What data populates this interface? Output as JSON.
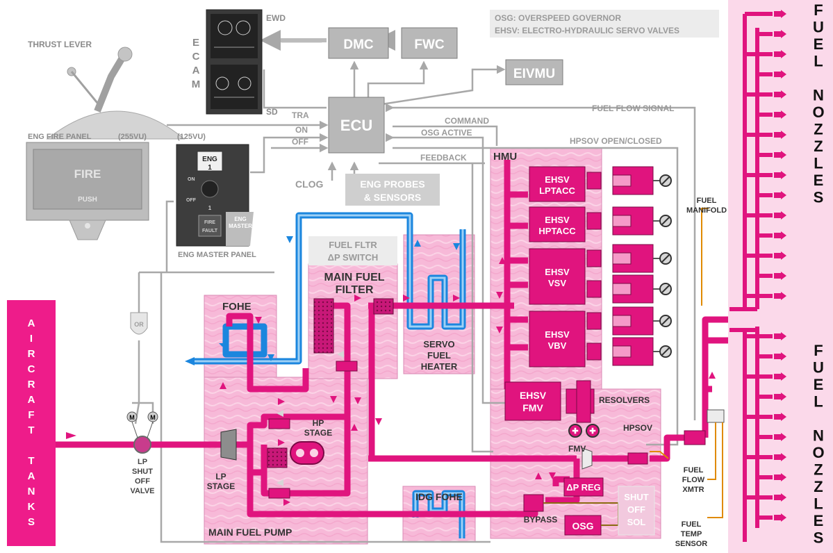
{
  "notes": {
    "osg": "OSG: OVERSPEED GOVERNOR",
    "ehsv": "EHSV: ELECTRO-HYDRAULIC SERVO VALVES"
  },
  "cockpit": {
    "thrust_lever": "THRUST LEVER",
    "ecam_letters": [
      "E",
      "C",
      "A",
      "M"
    ],
    "ewd": "EWD",
    "sd": "SD",
    "dmc": "DMC",
    "fwc": "FWC",
    "eivmu": "EIVMU",
    "ecu": "ECU",
    "eng_probes": "ENG PROBES",
    "eng_probes_2": "& SENSORS"
  },
  "fire_panel": {
    "title": "ENG FIRE PANEL",
    "vu": "(255VU)",
    "fire": "FIRE",
    "push": "PUSH"
  },
  "master_panel": {
    "vu": "(125VU)",
    "eng": "ENG",
    "num": "1",
    "on": "ON",
    "off": "OFF",
    "num2": "1",
    "fire": "FIRE",
    "fault": "FAULT",
    "eng_master": "ENG",
    "eng_master_2": "MASTER",
    "title": "ENG MASTER PANEL"
  },
  "signals": {
    "tra": "TRA",
    "on": "ON",
    "off": "OFF",
    "clog": "CLOG",
    "command": "COMMAND",
    "osg_active": "OSG ACTIVE",
    "feedback": "FEEDBACK",
    "fuel_flow_signal": "FUEL FLOW SIGNAL",
    "hpsov_open_closed": "HPSOV OPEN/CLOSED",
    "or": "OR"
  },
  "components": {
    "aircraft_tanks": [
      "A",
      "I",
      "R",
      "C",
      "R",
      "A",
      "F",
      "T",
      "",
      "T",
      "A",
      "N",
      "K",
      "S"
    ],
    "lp_valve": [
      "LP",
      "SHUT",
      "OFF",
      "VALVE"
    ],
    "m": "M",
    "fohe": "FOHE",
    "main_fuel_filter_1": "MAIN FUEL",
    "main_fuel_filter_2": "FILTER",
    "fuel_fltr_1": "FUEL FLTR",
    "fuel_fltr_2": "ΔP SWITCH",
    "servo_heater": [
      "SERVO",
      "FUEL",
      "HEATER"
    ],
    "hp_stage": [
      "HP",
      "STAGE"
    ],
    "lp_stage": [
      "LP",
      "STAGE"
    ],
    "main_fuel_pump": "MAIN FUEL PUMP",
    "idg_fohe": "IDG FOHE",
    "hmu": "HMU",
    "ehsv": "EHSV",
    "lptacc": "LPTACC",
    "hptacc": "HPTACC",
    "vsv": "VSV",
    "vbv": "VBV",
    "fmv_ehsv": "FMV",
    "resolvers": "RESOLVERS",
    "fmv": "FMV",
    "hpsov": "HPSOV",
    "dp_reg": "ΔP REG",
    "bypass": "BYPASS",
    "osg": "OSG",
    "shut_off_sol": [
      "SHUT",
      "OFF",
      "SOL"
    ],
    "fuel_manifold": [
      "FUEL",
      "MANIFOLD"
    ],
    "fuel_flow_xmtr": [
      "FUEL",
      "FLOW",
      "XMTR"
    ],
    "fuel_temp_sensor": [
      "FUEL",
      "TEMP",
      "SENSOR"
    ],
    "fuel_nozzles_1": [
      "F",
      "U",
      "E",
      "L",
      "",
      "N",
      "O",
      "Z",
      "Z",
      "L",
      "E",
      "S"
    ],
    "fuel_nozzles_2": [
      "F",
      "U",
      "E",
      "L",
      "",
      "N",
      "O",
      "Z",
      "Z",
      "L",
      "E",
      "S"
    ]
  },
  "colors": {
    "fuel": "#e0147e",
    "fuel_light": "#f7b6d6",
    "oil": "#1e8fe6",
    "signal": "#a8a8a8",
    "tank": "#ee1c8a"
  }
}
